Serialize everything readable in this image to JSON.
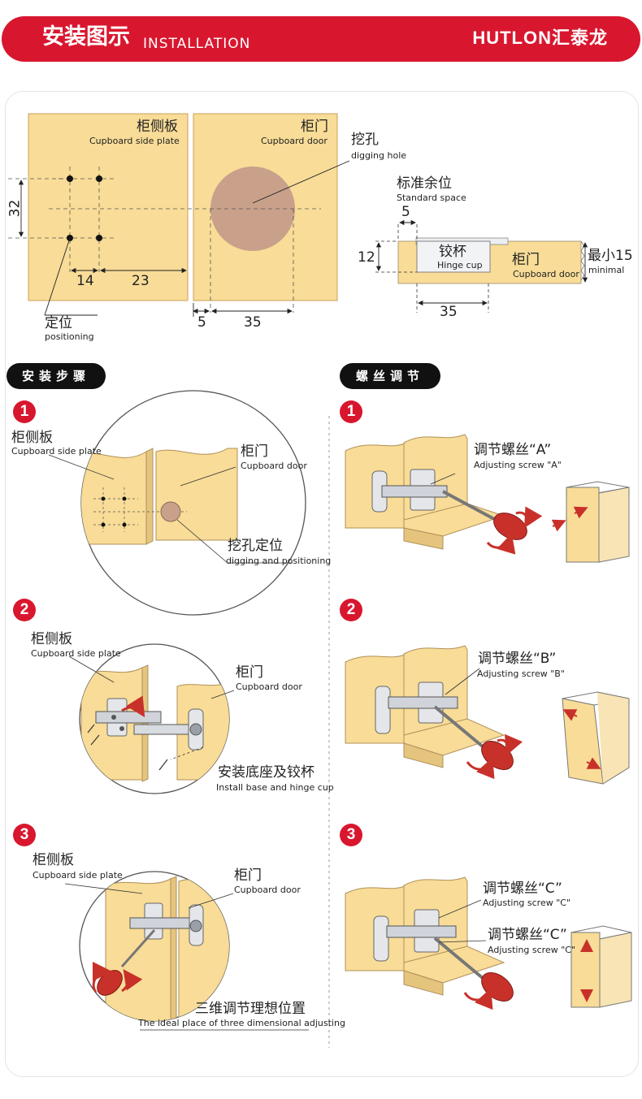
{
  "header": {
    "title_cn": "安装图示",
    "title_en": "INSTALLATION",
    "brand": "HUTLON汇泰龙"
  },
  "diagram": {
    "side_plate_cn": "柜侧板",
    "side_plate_en": "Cupboard side plate",
    "door_cn": "柜门",
    "door_en": "Cupboard door",
    "hole_cn": "挖孔",
    "hole_en": "digging hole",
    "positioning_cn": "定位",
    "positioning_en": "positioning",
    "dim_32": "32",
    "dim_14": "14",
    "dim_23": "23",
    "dim_5": "5",
    "dim_35": "35",
    "standard_cn": "标准余位",
    "standard_en": "Standard space",
    "std_dim_5": "5",
    "std_dim_12": "12",
    "std_dim_35": "35",
    "cup_cn": "铰杯",
    "cup_en": "Hinge cup",
    "door2_cn": "柜门",
    "door2_en": "Cupboard door",
    "min_cn": "最小15",
    "min_en": "minimal"
  },
  "sections": {
    "install_title": "安装步骤",
    "adjust_title": "螺丝调节"
  },
  "install_steps": {
    "s1_num": "1",
    "s1_side_cn": "柜侧板",
    "s1_side_en": "Cupboard side plate",
    "s1_door_cn": "柜门",
    "s1_door_en": "Cupboard door",
    "s1_hole_cn": "挖孔定位",
    "s1_hole_en": "digging and positioning",
    "s2_num": "2",
    "s2_side_cn": "柜侧板",
    "s2_side_en": "Cupboard side plate",
    "s2_door_cn": "柜门",
    "s2_door_en": "Cupboard door",
    "s2_base_cn": "安装底座及铰杯",
    "s2_base_en": "Install base and hinge cup",
    "s3_num": "3",
    "s3_side_cn": "柜侧板",
    "s3_side_en": "Cupboard side plate",
    "s3_door_cn": "柜门",
    "s3_door_en": "Cupboard door",
    "s3_adj_cn": "三维调节理想位置",
    "s3_adj_en": "The ideal place of three dimensional adjusting"
  },
  "adjust_steps": {
    "a1_num": "1",
    "a1_cn": "调节螺丝“A”",
    "a1_en": "Adjusting screw \"A\"",
    "a2_num": "2",
    "a2_cn": "调节螺丝“B”",
    "a2_en": "Adjusting screw \"B\"",
    "a3_num": "3",
    "a3_cn1": "调节螺丝“C”",
    "a3_en1": "Adjusting screw \"C\"",
    "a3_cn2": "调节螺丝“C”",
    "a3_en2": "Adjusting screw \"C\""
  },
  "colors": {
    "brand_red": "#d8172f",
    "wood": "#f8dc97",
    "wood_edge": "#e9c676",
    "hole": "#c9a08a",
    "metal": "#b8bcc2"
  }
}
